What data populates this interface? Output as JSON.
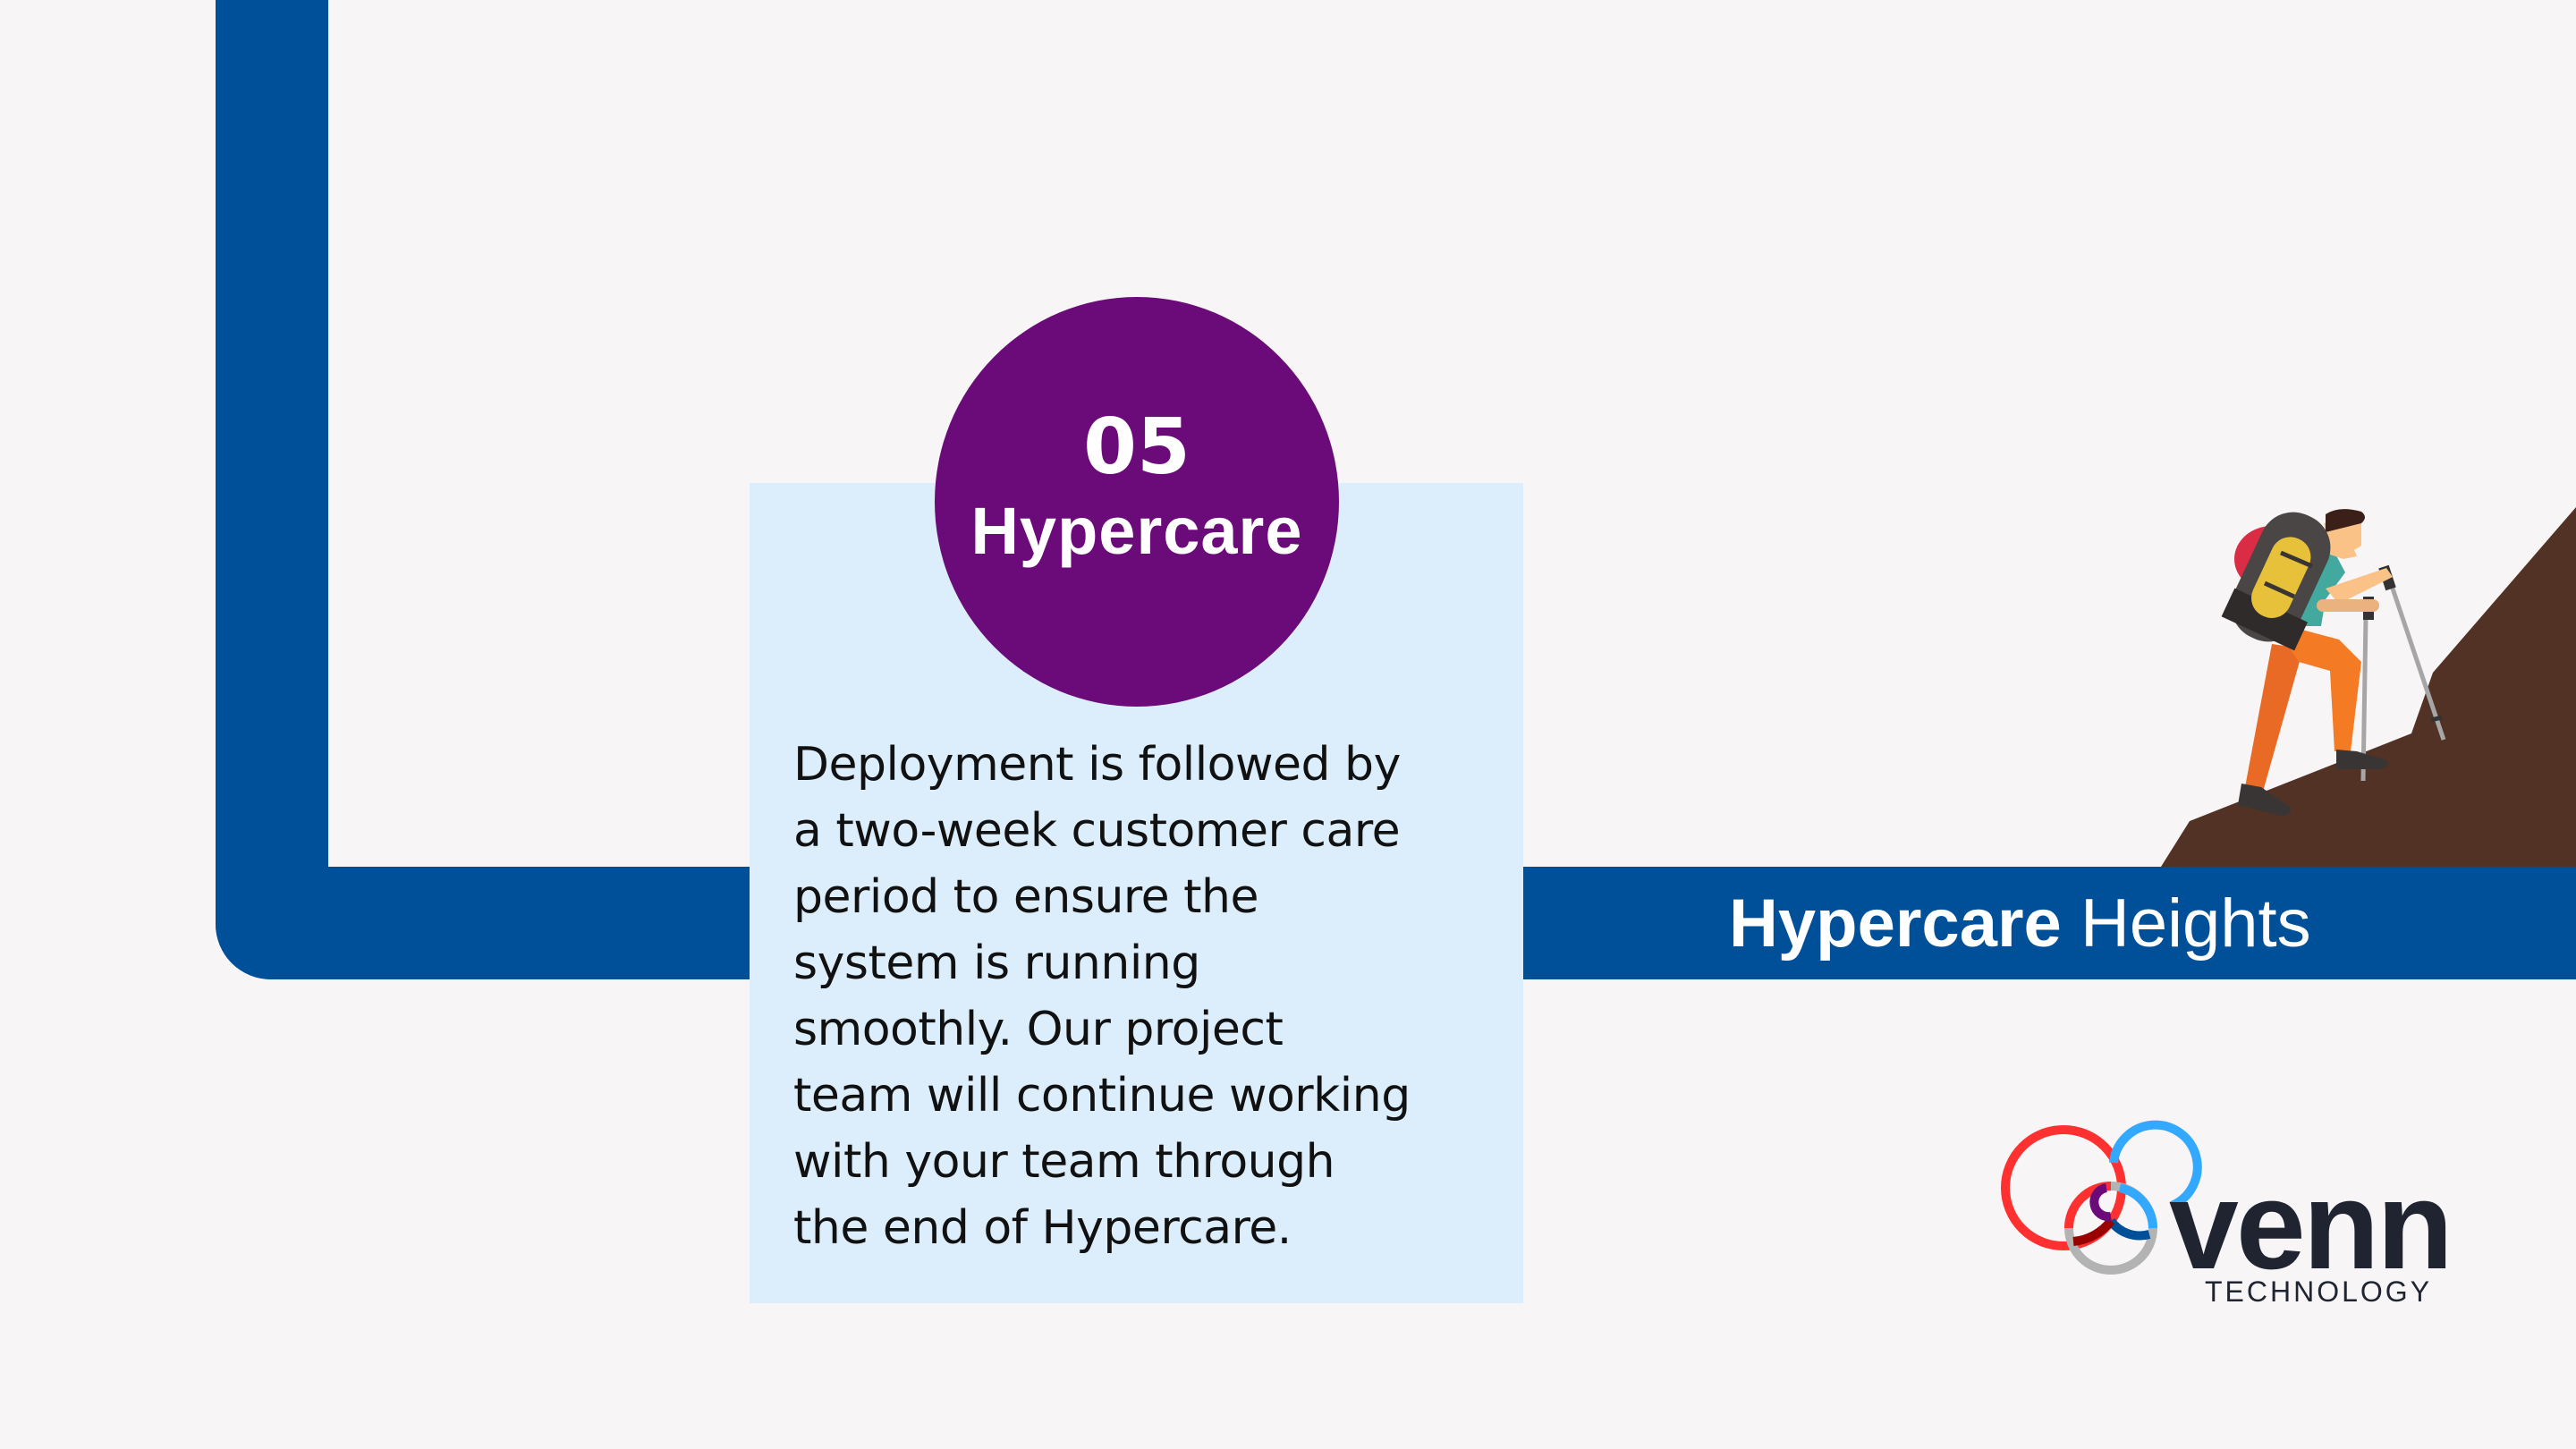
{
  "slide": {
    "step_number": "05",
    "step_label": "Hypercare",
    "description": "Deployment is followed by\na two-week customer care\nperiod to ensure the\nsystem is running\nsmoothly. Our project\nteam will continue working\nwith your team through\nthe end of Hypercare.",
    "band_title_bold": "Hypercare",
    "band_title_regular": "Heights"
  },
  "logo": {
    "wordmark": "venn",
    "tagline": "TECHNOLOGY"
  },
  "colors": {
    "background": "#F7F5F6",
    "path_blue": "#005099",
    "badge_purple": "#6A0B79",
    "card_light_blue": "#DCEEFC",
    "mountain_brown": "#523224",
    "logo_red": "#FF3030",
    "logo_blue": "#33A8FF",
    "logo_grey": "#B3B3B3",
    "logo_text": "#1F2430"
  },
  "icons": {
    "hiker": "hiker-illustration-icon",
    "mountain": "mountain-slope-icon",
    "logo_circles": "venn-circles-icon"
  }
}
